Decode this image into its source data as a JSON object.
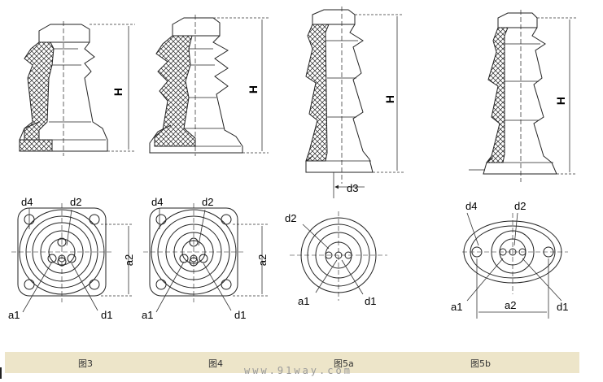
{
  "labels": {
    "height": "H",
    "d1": "d1",
    "d2": "d2",
    "d3": "d3",
    "d4": "d4",
    "a1": "a1",
    "a2": "a2"
  },
  "figures": [
    {
      "id": "fig3",
      "caption": "图3"
    },
    {
      "id": "fig4",
      "caption": "图4"
    },
    {
      "id": "fig5a",
      "caption": "图5a"
    },
    {
      "id": "fig5b",
      "caption": "图5b"
    }
  ],
  "watermark": "www.91way.com",
  "colors": {
    "line": "#222222",
    "dim": "#333333",
    "caption_bar": "#ede5c9"
  }
}
